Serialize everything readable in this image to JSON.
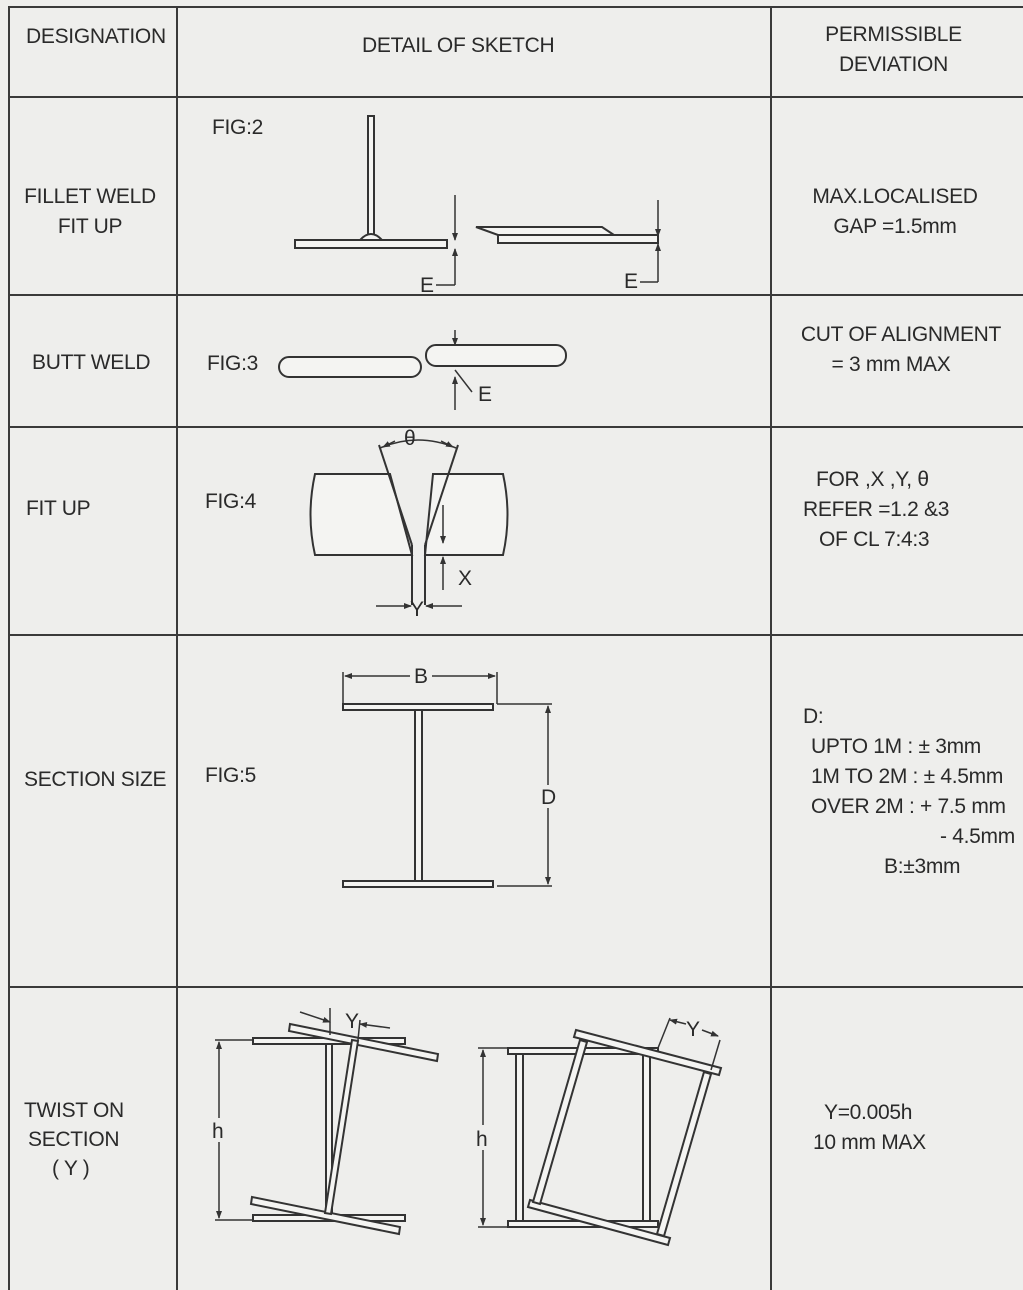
{
  "header": {
    "designation": "DESIGNATION",
    "detail": "DETAIL OF SKETCH",
    "deviation_line1": "PERMISSIBLE",
    "deviation_line2": "DEVIATION"
  },
  "rows": [
    {
      "designation": [
        "FILLET WELD",
        "FIT UP"
      ],
      "fig": "FIG:2",
      "sketch_labels": [
        "E",
        "E"
      ],
      "deviation": [
        "MAX.LOCALISED",
        "GAP =1.5mm"
      ]
    },
    {
      "designation": [
        "BUTT WELD"
      ],
      "fig": "FIG:3",
      "sketch_labels": [
        "E"
      ],
      "deviation": [
        "CUT OF ALIGNMENT",
        "= 3 mm MAX"
      ]
    },
    {
      "designation": [
        "FIT UP"
      ],
      "fig": "FIG:4",
      "sketch_labels": [
        "θ",
        "X",
        "Y"
      ],
      "deviation": [
        "FOR ,X ,Y, θ",
        "REFER =1.2 &3",
        "OF CL 7:4:3"
      ]
    },
    {
      "designation": [
        "SECTION SIZE"
      ],
      "fig": "FIG:5",
      "sketch_labels": [
        "B",
        "D"
      ],
      "deviation": [
        "D:",
        "UPTO  1M : ± 3mm",
        "1M TO 2M : ± 4.5mm",
        "OVER 2M  : + 7.5 mm",
        "- 4.5mm",
        "B:±3mm"
      ]
    },
    {
      "designation": [
        "TWIST ON",
        "SECTION",
        "( Y )"
      ],
      "fig": "",
      "sketch_labels": [
        "Y",
        "h",
        "h",
        "Y"
      ],
      "deviation": [
        "Y=0.005h",
        "10 mm MAX"
      ]
    }
  ]
}
